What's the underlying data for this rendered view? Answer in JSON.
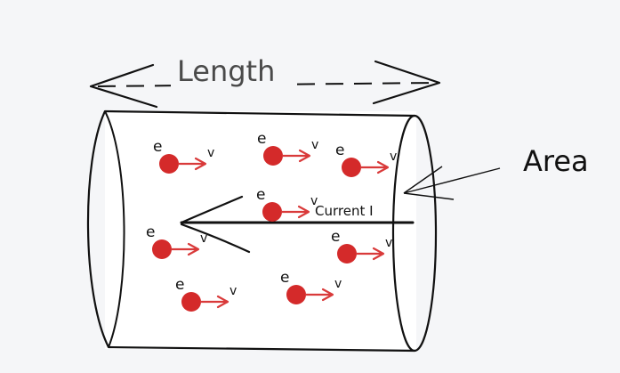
{
  "labels": {
    "length": "Length",
    "area": "Area",
    "current": "Current I"
  },
  "particles": [
    {
      "charge": "e",
      "velocity": "v"
    },
    {
      "charge": "e",
      "velocity": "v"
    },
    {
      "charge": "e",
      "velocity": "v"
    },
    {
      "charge": "e",
      "velocity": "v"
    },
    {
      "charge": "e",
      "velocity": "v"
    },
    {
      "charge": "e",
      "velocity": "v"
    },
    {
      "charge": "e",
      "velocity": "v"
    },
    {
      "charge": "e",
      "velocity": "v"
    }
  ],
  "colors": {
    "background": "#f5f6f8",
    "ink": "#111111",
    "length_label": "#4a4a4a",
    "electron": "#d42a2a",
    "velocity_arrow": "#d93a3a"
  }
}
